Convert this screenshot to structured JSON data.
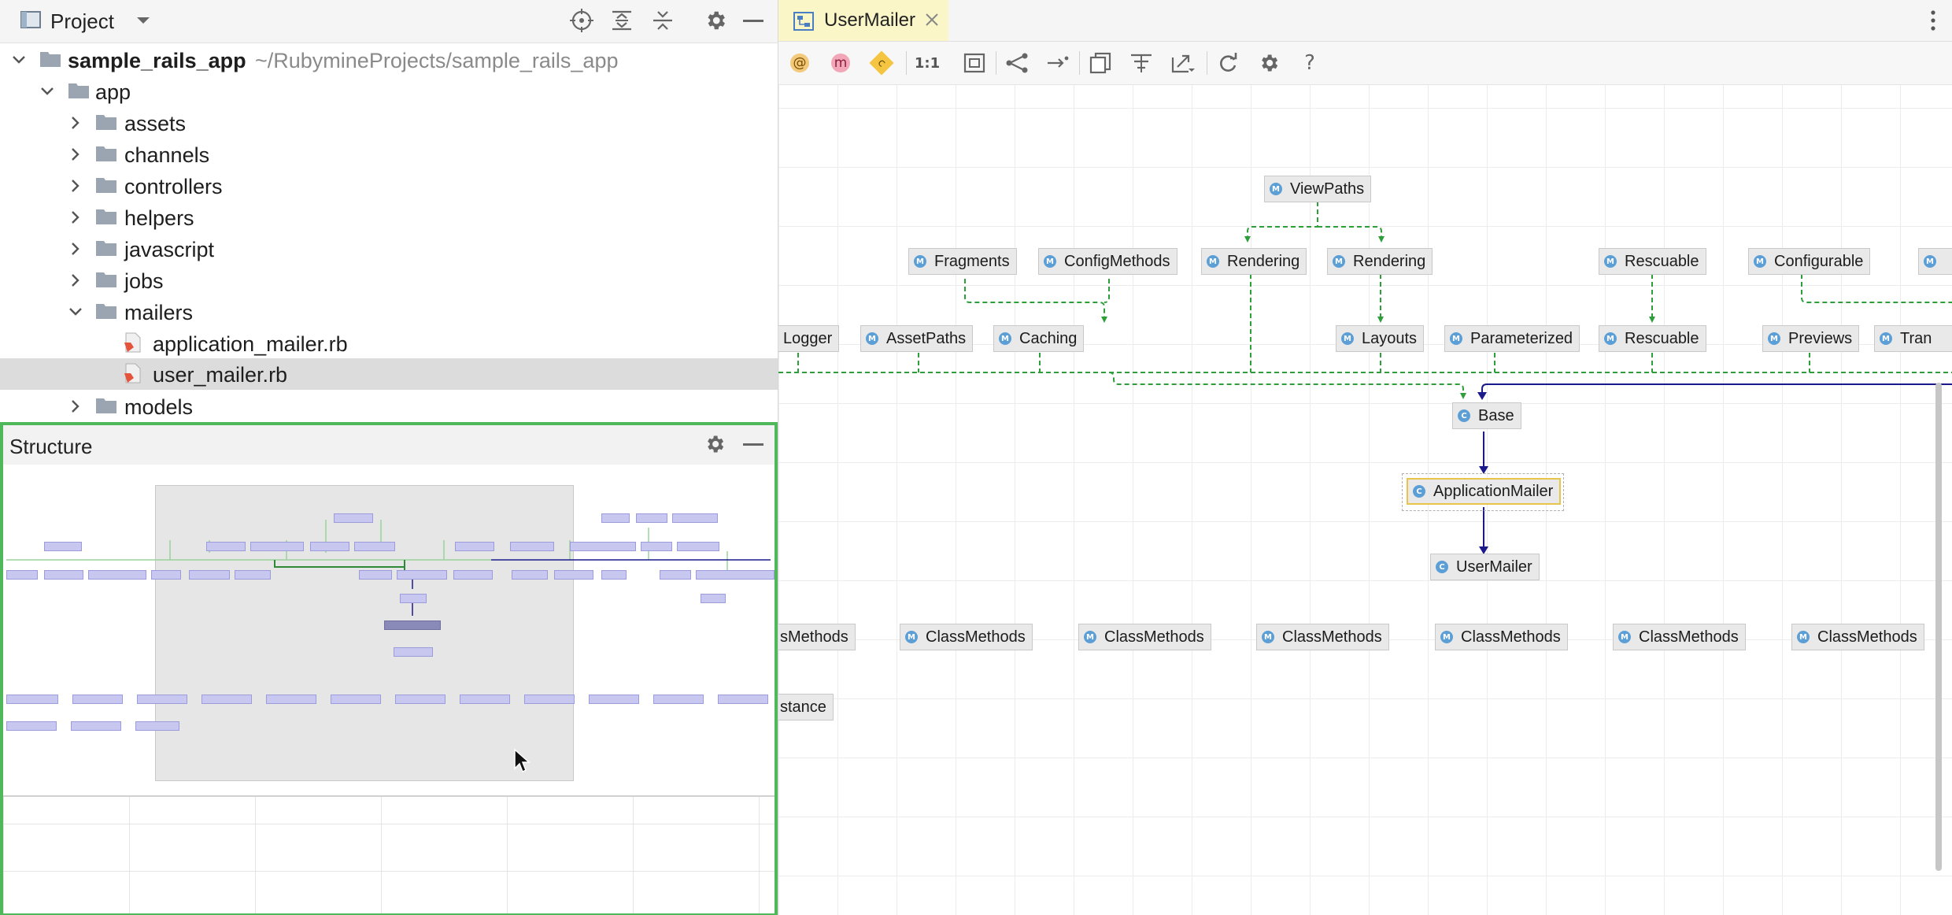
{
  "project_panel": {
    "title": "Project",
    "tree": [
      {
        "label": "sample_rails_app",
        "path": "~/RubymineProjects/sample_rails_app"
      },
      {
        "label": "app"
      },
      {
        "label": "assets"
      },
      {
        "label": "channels"
      },
      {
        "label": "controllers"
      },
      {
        "label": "helpers"
      },
      {
        "label": "javascript"
      },
      {
        "label": "jobs"
      },
      {
        "label": "mailers"
      },
      {
        "label": "application_mailer.rb"
      },
      {
        "label": "user_mailer.rb"
      },
      {
        "label": "models"
      }
    ]
  },
  "structure_panel": {
    "title": "Structure"
  },
  "editor": {
    "tab": {
      "label": "UserMailer"
    },
    "toolbar": {
      "actual_size_label": "1:1",
      "help_label": "?",
      "badge_at": "@",
      "badge_m": "m",
      "badge_c": "c"
    },
    "diagram": {
      "node_badges": {
        "module": "M",
        "class": "C"
      },
      "nodes": [
        {
          "label": "ViewPaths",
          "kind": "module"
        },
        {
          "label": "Fragments",
          "kind": "module"
        },
        {
          "label": "ConfigMethods",
          "kind": "module"
        },
        {
          "label": "Rendering",
          "kind": "module"
        },
        {
          "label": "Rendering",
          "kind": "module"
        },
        {
          "label": "Rescuable",
          "kind": "module"
        },
        {
          "label": "Configurable",
          "kind": "module"
        },
        {
          "label": "Logger",
          "kind": "module"
        },
        {
          "label": "AssetPaths",
          "kind": "module"
        },
        {
          "label": "Caching",
          "kind": "module"
        },
        {
          "label": "Layouts",
          "kind": "module"
        },
        {
          "label": "Parameterized",
          "kind": "module"
        },
        {
          "label": "Rescuable",
          "kind": "module"
        },
        {
          "label": "Previews",
          "kind": "module"
        },
        {
          "label": "Tran",
          "kind": "module"
        },
        {
          "label": "Base",
          "kind": "class"
        },
        {
          "label": "ApplicationMailer",
          "kind": "class"
        },
        {
          "label": "UserMailer",
          "kind": "class"
        },
        {
          "label": "sMethods",
          "kind": "module"
        },
        {
          "label": "ClassMethods",
          "kind": "module"
        },
        {
          "label": "ClassMethods",
          "kind": "module"
        },
        {
          "label": "ClassMethods",
          "kind": "module"
        },
        {
          "label": "ClassMethods",
          "kind": "module"
        },
        {
          "label": "ClassMethods",
          "kind": "module"
        },
        {
          "label": "ClassMethods",
          "kind": "module"
        },
        {
          "label": "stance",
          "kind": "module"
        }
      ]
    }
  },
  "colors": {
    "structure_border": "#4fb85a",
    "tab_highlight": "#fbf6c8",
    "inherit_edge": "#1a1a8c",
    "module_edge": "#2e9e3a",
    "selected_node_border": "#e8c44a",
    "minimap_node": "#c7c7ef"
  }
}
